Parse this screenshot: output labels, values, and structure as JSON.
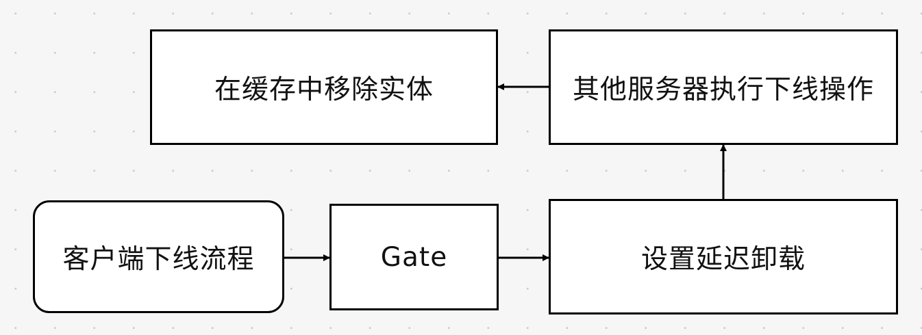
{
  "diagram": {
    "nodes": [
      {
        "id": "remove-entity",
        "label": "在缓存中移除实体"
      },
      {
        "id": "other-servers",
        "label": "其他服务器执行下线操作"
      },
      {
        "id": "client-flow",
        "label": "客户端下线流程"
      },
      {
        "id": "gate",
        "label": "Gate"
      },
      {
        "id": "delay-unload",
        "label": "设置延迟卸载"
      }
    ],
    "edges": [
      {
        "from": "client-flow",
        "to": "gate"
      },
      {
        "from": "gate",
        "to": "delay-unload"
      },
      {
        "from": "delay-unload",
        "to": "other-servers"
      },
      {
        "from": "other-servers",
        "to": "remove-entity"
      }
    ],
    "colors": {
      "background": "#f6f6f6",
      "grid_dot": "#c9c9c9",
      "node_fill": "#ffffff",
      "stroke": "#000000",
      "text": "#111111"
    }
  }
}
